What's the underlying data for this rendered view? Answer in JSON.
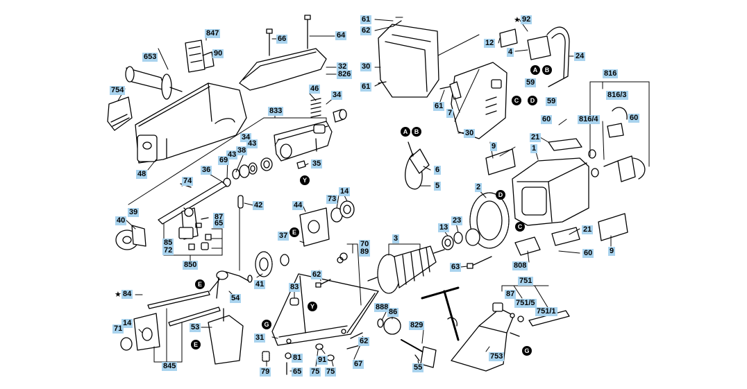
{
  "parts": {
    "p61a": "61",
    "p62a": "62",
    "p92": "92",
    "p847": "847",
    "p66": "66",
    "p64": "64",
    "p12": "12",
    "p90": "90",
    "p653": "653",
    "p4": "4",
    "p24": "24",
    "p32": "32",
    "p826": "826",
    "p30a": "30",
    "p816": "816",
    "p754": "754",
    "p61b": "61",
    "p59a": "59",
    "p8163": "816/3",
    "p46": "46",
    "p34a": "34",
    "p59b": "59",
    "p61c": "61",
    "p7": "7",
    "p833": "833",
    "p60a": "60",
    "p8164": "816/4",
    "p60b": "60",
    "p30b": "30",
    "p21a": "21",
    "p34b": "34",
    "p43a": "43",
    "p38": "38",
    "p43b": "43",
    "p69": "69",
    "p9a": "9",
    "p1": "1",
    "p48": "48",
    "p35": "35",
    "p36": "36",
    "p6": "6",
    "p74": "74",
    "p5": "5",
    "p14a": "14",
    "p2": "2",
    "p42": "42",
    "p73": "73",
    "p44": "44",
    "p39": "39",
    "p87a": "87",
    "p40": "40",
    "p65a": "65",
    "p23": "23",
    "p13": "13",
    "p21b": "21",
    "p37": "37",
    "p9b": "9",
    "p85": "85",
    "p72": "72",
    "p70": "70",
    "p3": "3",
    "p89": "89",
    "p808": "808",
    "p60c": "60",
    "p850": "850",
    "p63": "63",
    "p62b": "62",
    "p41": "41",
    "p751": "751",
    "p83": "83",
    "p84": "84",
    "p54": "54",
    "p87b": "87",
    "p7515": "751/5",
    "p888": "888",
    "p86": "86",
    "p7511": "751/1",
    "p71": "71",
    "p14b": "14",
    "p829": "829",
    "p53": "53",
    "p31": "31",
    "p62c": "62",
    "p81": "81",
    "p91": "91",
    "p67": "67",
    "p753": "753",
    "p845": "845",
    "p79": "79",
    "p65b": "65",
    "p75a": "75",
    "p75b": "75",
    "p55": "55"
  },
  "markers": {
    "mA1": "A",
    "mB1": "B",
    "mC1": "C",
    "mD1": "D",
    "mA2": "A",
    "mB2": "B",
    "mY1": "Y",
    "mD2": "D",
    "mE1": "E",
    "mC2": "C",
    "mE2": "E",
    "mY2": "Y",
    "mG1": "G",
    "mE3": "E",
    "mG2": "G"
  },
  "stars": {
    "s92": "★",
    "s84": "★"
  }
}
